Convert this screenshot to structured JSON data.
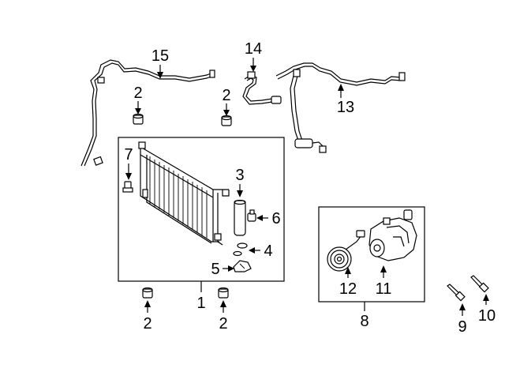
{
  "diagram": {
    "callouts": {
      "c1": "1",
      "c2a": "2",
      "c2b": "2",
      "c2c": "2",
      "c2d": "2",
      "c3": "3",
      "c4": "4",
      "c5": "5",
      "c6": "6",
      "c7": "7",
      "c8": "8",
      "c9": "9",
      "c10": "10",
      "c11": "11",
      "c12": "12",
      "c13": "13",
      "c14": "14",
      "c15": "15"
    }
  }
}
